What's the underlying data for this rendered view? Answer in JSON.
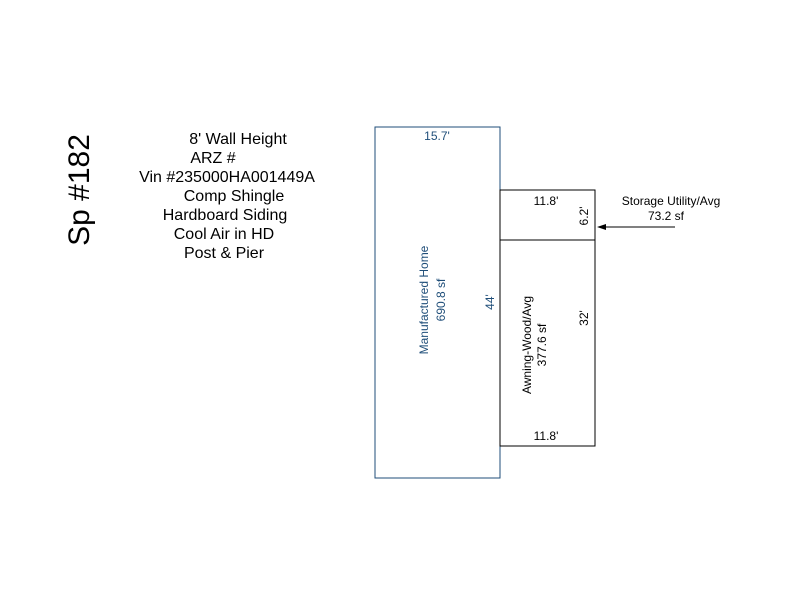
{
  "space_title": "Sp #182",
  "notes": {
    "wall_height": "8' Wall Height",
    "arz": "ARZ #",
    "vin": "Vin #235000HA001449A",
    "roof": "Comp Shingle",
    "siding": "Hardboard Siding",
    "cooling": "Cool Air in HD",
    "foundation": "Post & Pier"
  },
  "home": {
    "name": "Manufactured Home",
    "area": "690.8 sf",
    "width_label": "15.7'",
    "length_label": "44'",
    "color": "#1f4e79"
  },
  "storage": {
    "width_label": "11.8'",
    "depth_label": "6.2'",
    "callout_name": "Storage Utility/Avg",
    "callout_area": "73.2 sf"
  },
  "awning": {
    "name": "Awning-Wood/Avg",
    "area": "377.6 sf",
    "length_label": "32'",
    "width_label": "11.8'"
  }
}
